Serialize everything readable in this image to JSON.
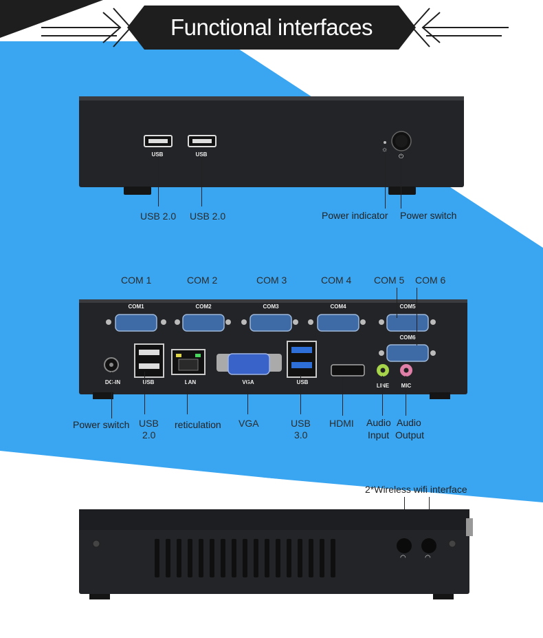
{
  "header": {
    "title": "Functional interfaces"
  },
  "front_panel": {
    "usb_port_label": "USB",
    "callouts": [
      "USB 2.0",
      "USB 2.0",
      "Power indicator",
      "Power switch"
    ]
  },
  "rear_panel": {
    "com_callouts": [
      "COM 1",
      "COM 2",
      "COM 3",
      "COM 4",
      "COM 5",
      "COM 6"
    ],
    "com_port_labels": [
      "COM1",
      "COM2",
      "COM3",
      "COM4",
      "COM5",
      "COM6"
    ],
    "port_labels": {
      "dc_in": "DC-IN",
      "usb_left": "USB",
      "lan": "LAN",
      "vga": "VGA",
      "usb_right": "USB",
      "line": "LINE",
      "mic": "MIC"
    },
    "callouts": {
      "power_switch": "Power switch",
      "usb20_a": "USB",
      "usb20_b": "2.0",
      "reticulation": "reticulation",
      "vga": "VGA",
      "usb30_a": "USB",
      "usb30_b": "3.0",
      "hdmi": "HDMI",
      "audio_input_a": "Audio",
      "audio_input_b": "Input",
      "audio_output_a": "Audio",
      "audio_output_b": "Output"
    }
  },
  "side_panel": {
    "callout": "2*Wireless  wifi interface"
  },
  "colors": {
    "blue": "#3aa6f2",
    "device": "#222326",
    "banner": "#1e1e1e"
  }
}
